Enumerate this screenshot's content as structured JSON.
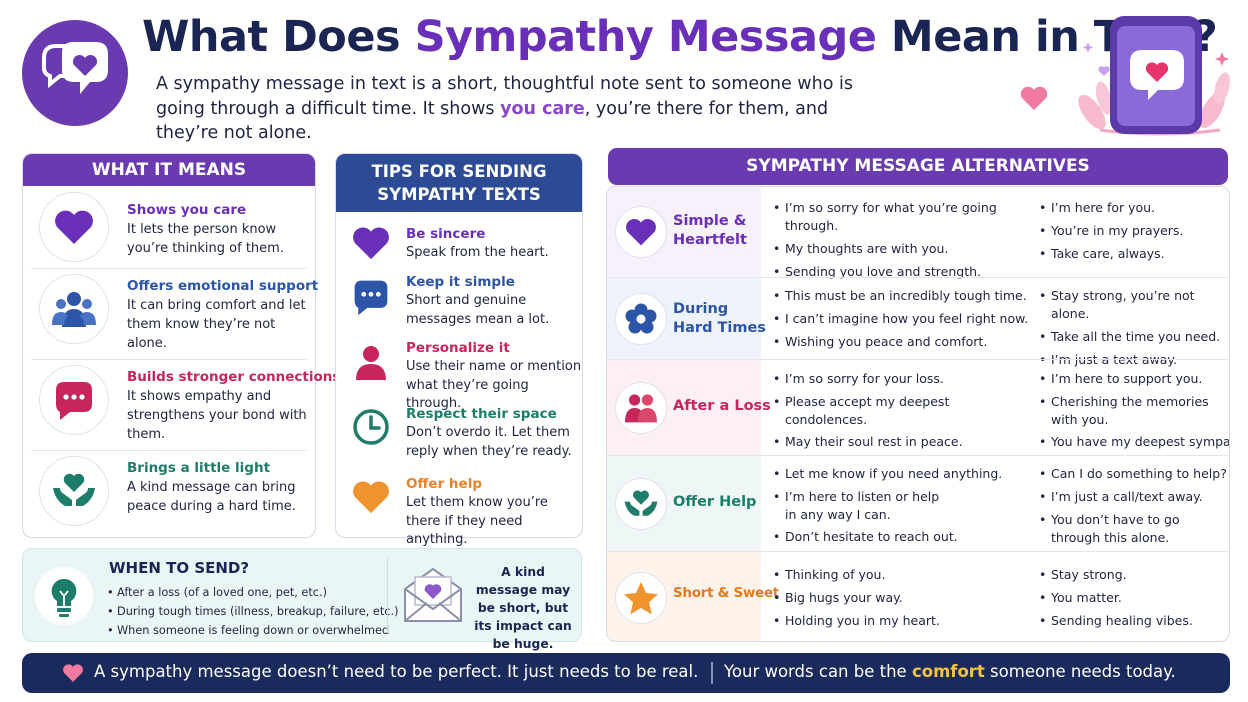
{
  "header": {
    "title_pre": "What Does ",
    "title_highlight": "Sympathy Message",
    "title_post": " Mean in Text?",
    "intro_pre": "A sympathy message in text is a short, thoughtful note sent to someone who is going through a difficult time. It shows ",
    "intro_highlight": "you care",
    "intro_post": ", you’re there for them, and they’re not alone."
  },
  "means": {
    "heading": "WHAT IT MEANS",
    "items": [
      {
        "title": "Shows you care",
        "text": "It lets the person know you’re thinking of them.",
        "icon": "heart-icon",
        "color": "#6a2fb8"
      },
      {
        "title": "Offers emotional support",
        "text": "It can bring comfort and let them know they’re not alone.",
        "icon": "people-icon",
        "color": "#2c55a8"
      },
      {
        "title": "Builds stronger connections",
        "text": "It shows empathy and strengthens your bond with them.",
        "icon": "chat-bubble-icon",
        "color": "#c8265a"
      },
      {
        "title": "Brings a little light",
        "text": "A kind message can bring peace during a hard time.",
        "icon": "heart-hands-icon",
        "color": "#1e7d6a"
      }
    ]
  },
  "tips": {
    "heading_line1": "TIPS FOR SENDING",
    "heading_line2": "SYMPATHY TEXTS",
    "items": [
      {
        "title": "Be sincere",
        "text": "Speak from the heart.",
        "icon": "heart-icon",
        "color": "#6a2fb8"
      },
      {
        "title": "Keep it simple",
        "text": "Short and genuine messages mean a lot.",
        "icon": "chat-bubble-icon",
        "color": "#2c55a8"
      },
      {
        "title": "Personalize it",
        "text": "Use their name or mention what they’re going through.",
        "icon": "person-icon",
        "color": "#c8265a"
      },
      {
        "title": "Respect their space",
        "text": "Don’t overdo it. Let them reply when they’re ready.",
        "icon": "clock-icon",
        "color": "#1e7d6a"
      },
      {
        "title": "Offer help",
        "text": "Let them know you’re there if they need anything.",
        "icon": "heart-icon",
        "color": "#e8822a"
      }
    ]
  },
  "alternatives": {
    "heading": "SYMPATHY MESSAGE ALTERNATIVES",
    "rows": [
      {
        "label_line1": "Simple &",
        "label_line2": "Heartfelt",
        "color": "#6a2fb8",
        "bg": "#f6f1fb",
        "icon": "heart-icon",
        "col1": [
          "I’m so sorry for what you’re going through.",
          "My thoughts are with you.",
          "Sending you love and strength."
        ],
        "col2": [
          "I’m here for you.",
          "You’re in my prayers.",
          "Take care, always."
        ]
      },
      {
        "label_line1": "During",
        "label_line2": "Hard Times",
        "color": "#2c55a8",
        "bg": "#eef3fb",
        "icon": "flower-icon",
        "col1": [
          "This must be an incredibly tough time.",
          "I can’t imagine how you feel right now.",
          "Wishing you peace and comfort."
        ],
        "col2": [
          "Stay strong, you’re not alone.",
          "Take all the time you need.",
          "I’m just a text away."
        ]
      },
      {
        "label_line1": "After a Loss",
        "label_line2": "",
        "color": "#c8265a",
        "bg": "#fcf0f3",
        "icon": "people-icon",
        "col1": [
          "I’m so sorry for your loss.",
          "Please accept my deepest condolences.",
          "May their soul rest in peace."
        ],
        "col2": [
          "I’m here to support you.",
          "Cherishing the memories with you.",
          "You have my deepest sympathy."
        ]
      },
      {
        "label_line1": "Offer Help",
        "label_line2": "",
        "color": "#1e7d6a",
        "bg": "#eef7f5",
        "icon": "heart-hands-icon",
        "col1": [
          "Let me know if you need anything.",
          "I’m here to listen or help in any way I can.",
          "Don’t hesitate to reach out."
        ],
        "col2": [
          "Can I do something to help?",
          "I’m just a call/text away.",
          "You don’t have to go through this alone."
        ]
      },
      {
        "label_line1": "Short & Sweet",
        "label_line2": "",
        "color": "#e07a1c",
        "bg": "#fdf3ea",
        "icon": "star-icon",
        "col1": [
          "Thinking of you.",
          "Big hugs your way.",
          "Holding you in my heart."
        ],
        "col2": [
          "Stay strong.",
          "You matter.",
          "Sending healing vibes."
        ]
      }
    ]
  },
  "when": {
    "heading": "WHEN TO SEND?",
    "items": [
      "After a loss (of a loved one, pet, etc.)",
      "During tough times (illness, breakup, failure, etc.)",
      "When someone is feeling down or overwhelmed"
    ],
    "quote": "A kind message may be short, but its impact can be huge."
  },
  "footer": {
    "left": "A sympathy message doesn’t need to be perfect. It just needs to be real.",
    "right_pre": "Your words can be the ",
    "right_highlight": "comfort",
    "right_post": " someone needs today."
  },
  "colors": {
    "purple": "#6a3ab0",
    "navy": "#1b2553",
    "blue_header": "#2d4a94",
    "footer_bg": "#1b2a5c",
    "gold": "#f5c242"
  }
}
